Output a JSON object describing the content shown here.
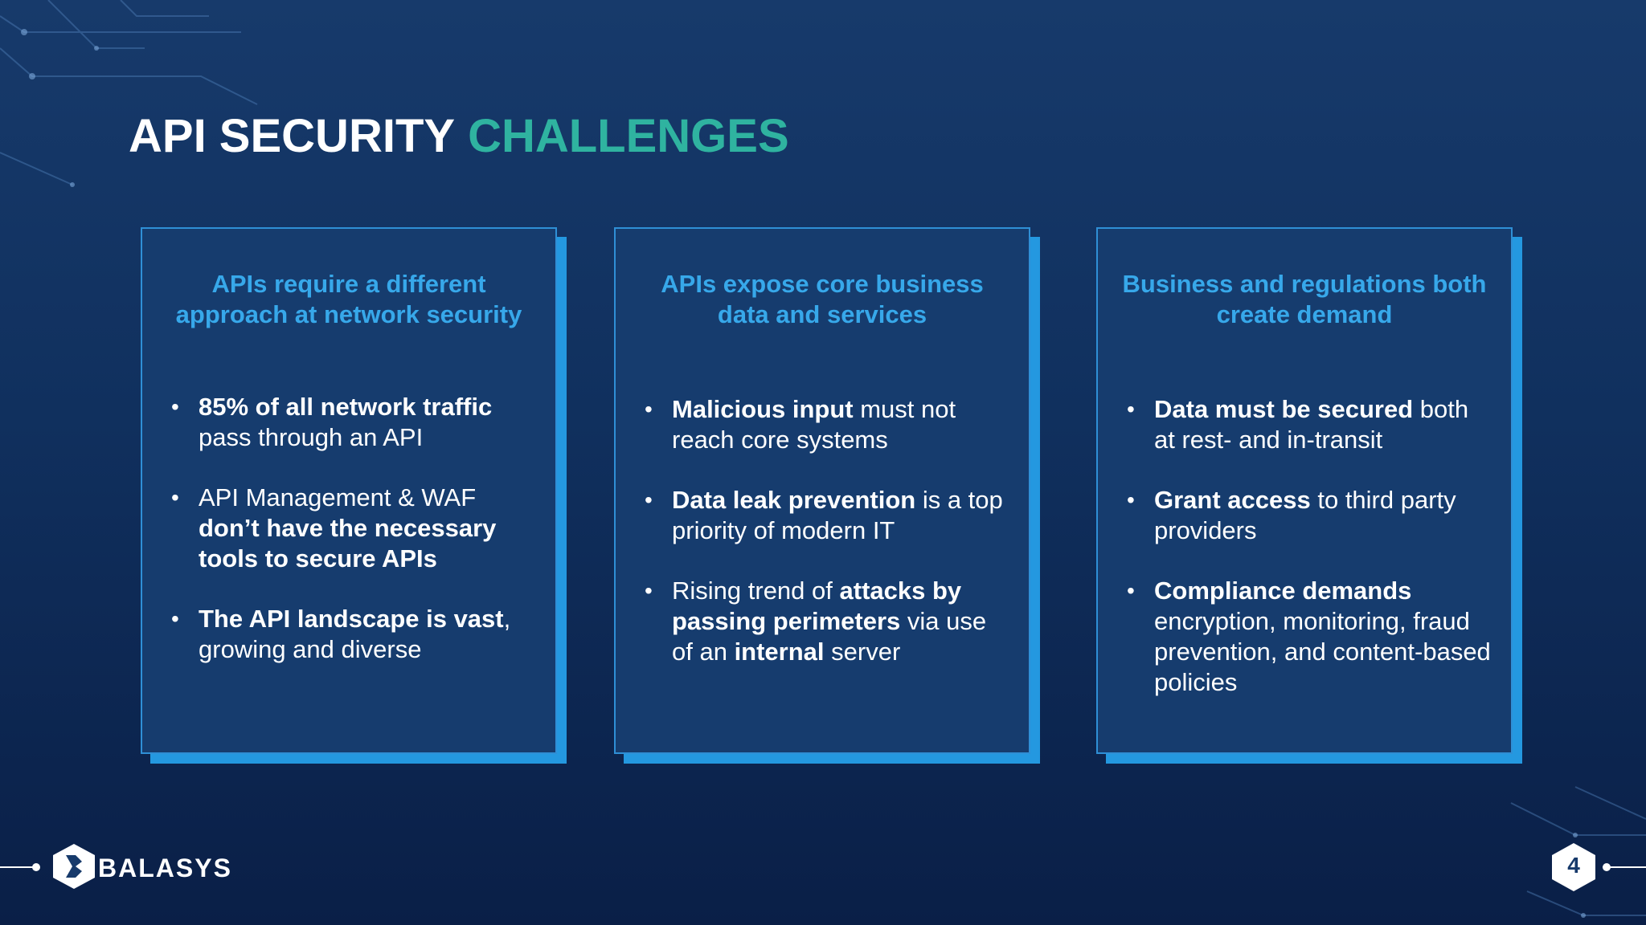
{
  "slide": {
    "title_white": "API SECURITY",
    "title_accent": "CHALLENGES",
    "page_number": "4"
  },
  "brand": {
    "name": "BALASYS",
    "logo_icon": "balasys-logo-icon"
  },
  "colors": {
    "accent_teal": "#2fb3a0",
    "card_heading": "#37a8ea",
    "card_bg": "#163c6e",
    "card_shadow": "#2498e0"
  },
  "cards": [
    {
      "heading": [
        "APIs require a different",
        "approach at network security"
      ],
      "items": [
        [
          {
            "b": "85% of all network traffic"
          },
          {
            "n": " pass through an API"
          }
        ],
        [
          {
            "n": "API Management & WAF "
          },
          {
            "b": "don’t have the necessary tools to secure APIs"
          }
        ],
        [
          {
            "b": "The API landscape is vast"
          },
          {
            "n": ", growing and diverse"
          }
        ]
      ]
    },
    {
      "heading": [
        "APIs expose core business",
        "data and services"
      ],
      "items": [
        [
          {
            "b": "Malicious input"
          },
          {
            "n": " must not reach core systems"
          }
        ],
        [
          {
            "b": "Data leak prevention"
          },
          {
            "n": " is a top priority of modern IT"
          }
        ],
        [
          {
            "n": "Rising trend of "
          },
          {
            "b": "attacks by passing perimeters"
          },
          {
            "n": " via use of an "
          },
          {
            "b": "internal"
          },
          {
            "n": " server"
          }
        ]
      ]
    },
    {
      "heading": [
        "Business and regulations both",
        "create demand"
      ],
      "items": [
        [
          {
            "b": "Data must be secured"
          },
          {
            "n": " both at rest- and in-transit"
          }
        ],
        [
          {
            "b": "Grant access"
          },
          {
            "n": " to third party providers"
          }
        ],
        [
          {
            "b": "Compliance demands"
          },
          {
            "n": " encryption, monitoring, fraud prevention, and content-based policies"
          }
        ]
      ]
    }
  ]
}
